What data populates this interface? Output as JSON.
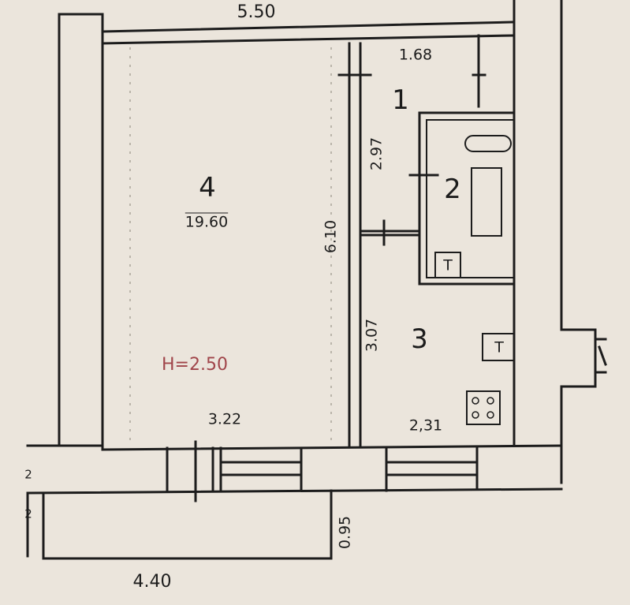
{
  "rooms": [
    {
      "number": "4",
      "area": "19.60"
    },
    {
      "number": "1"
    },
    {
      "number": "2"
    },
    {
      "number": "3"
    }
  ],
  "dimensions": {
    "top_width": "5.50",
    "hall_width": "1.68",
    "bath_height": "2.97",
    "room_height": "6.10",
    "kitchen_height": "3.07",
    "room_width": "3.22",
    "kitchen_width": "2,31",
    "balcony_width": "4.40",
    "balcony_depth": "0.95"
  },
  "ceiling_height": "H=2.50",
  "fixtures": {
    "toilet_label": "T",
    "kitchen_unit_label": "T"
  },
  "wall_ticks": [
    "2",
    "2"
  ],
  "colors": {
    "paper": "#ebe5dc",
    "ink": "#1c1c1c",
    "annotation_red": "#a0454a"
  }
}
